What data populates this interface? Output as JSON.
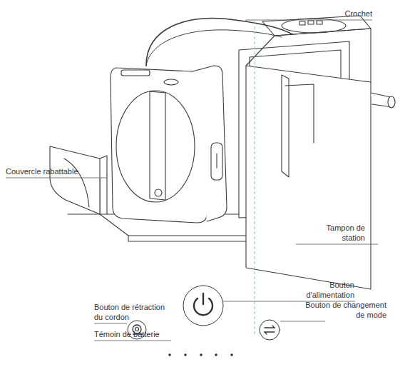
{
  "diagram": {
    "labels": [
      "Crochet",
      "Couvercle rabattable",
      "Tampon de station",
      "Bouton d'alimentation",
      "Bouton de rétraction du cordon",
      "Bouton de changement de mode",
      "Témoin de batterie"
    ]
  }
}
